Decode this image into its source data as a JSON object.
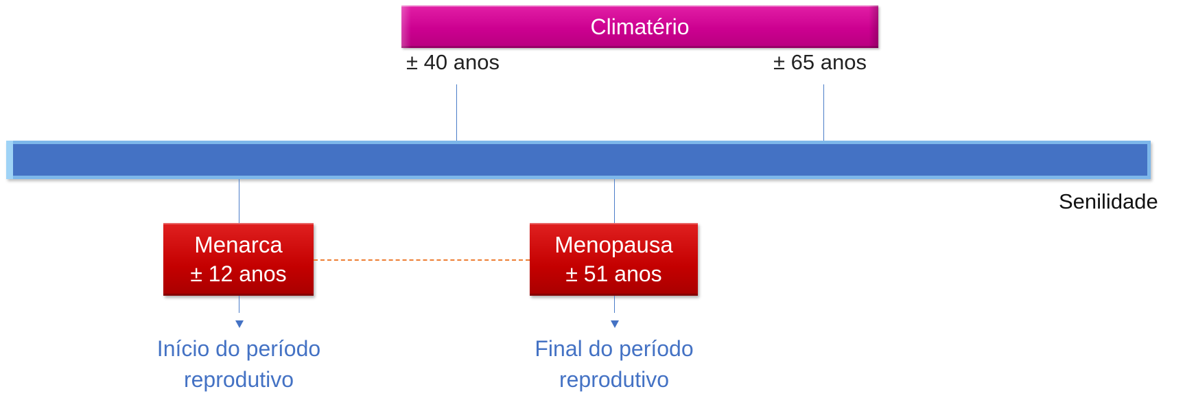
{
  "climaterio": {
    "label": "Climatério",
    "start_age": "± 40 anos",
    "end_age": "± 65 anos"
  },
  "timeline": {
    "end_label": "Senilidade"
  },
  "events": {
    "menarca": {
      "title": "Menarca",
      "age": "± 12 anos",
      "outcome_line1": "Início do período",
      "outcome_line2": "reprodutivo"
    },
    "menopausa": {
      "title": "Menopausa",
      "age": "± 51 anos",
      "outcome_line1": "Final do período",
      "outcome_line2": "reprodutivo"
    }
  },
  "colors": {
    "climaterio": "#cc0090",
    "timeline": "#4472c4",
    "event_box": "#c40000",
    "connector": "#ed7d31",
    "outcome_text": "#4472c4"
  }
}
